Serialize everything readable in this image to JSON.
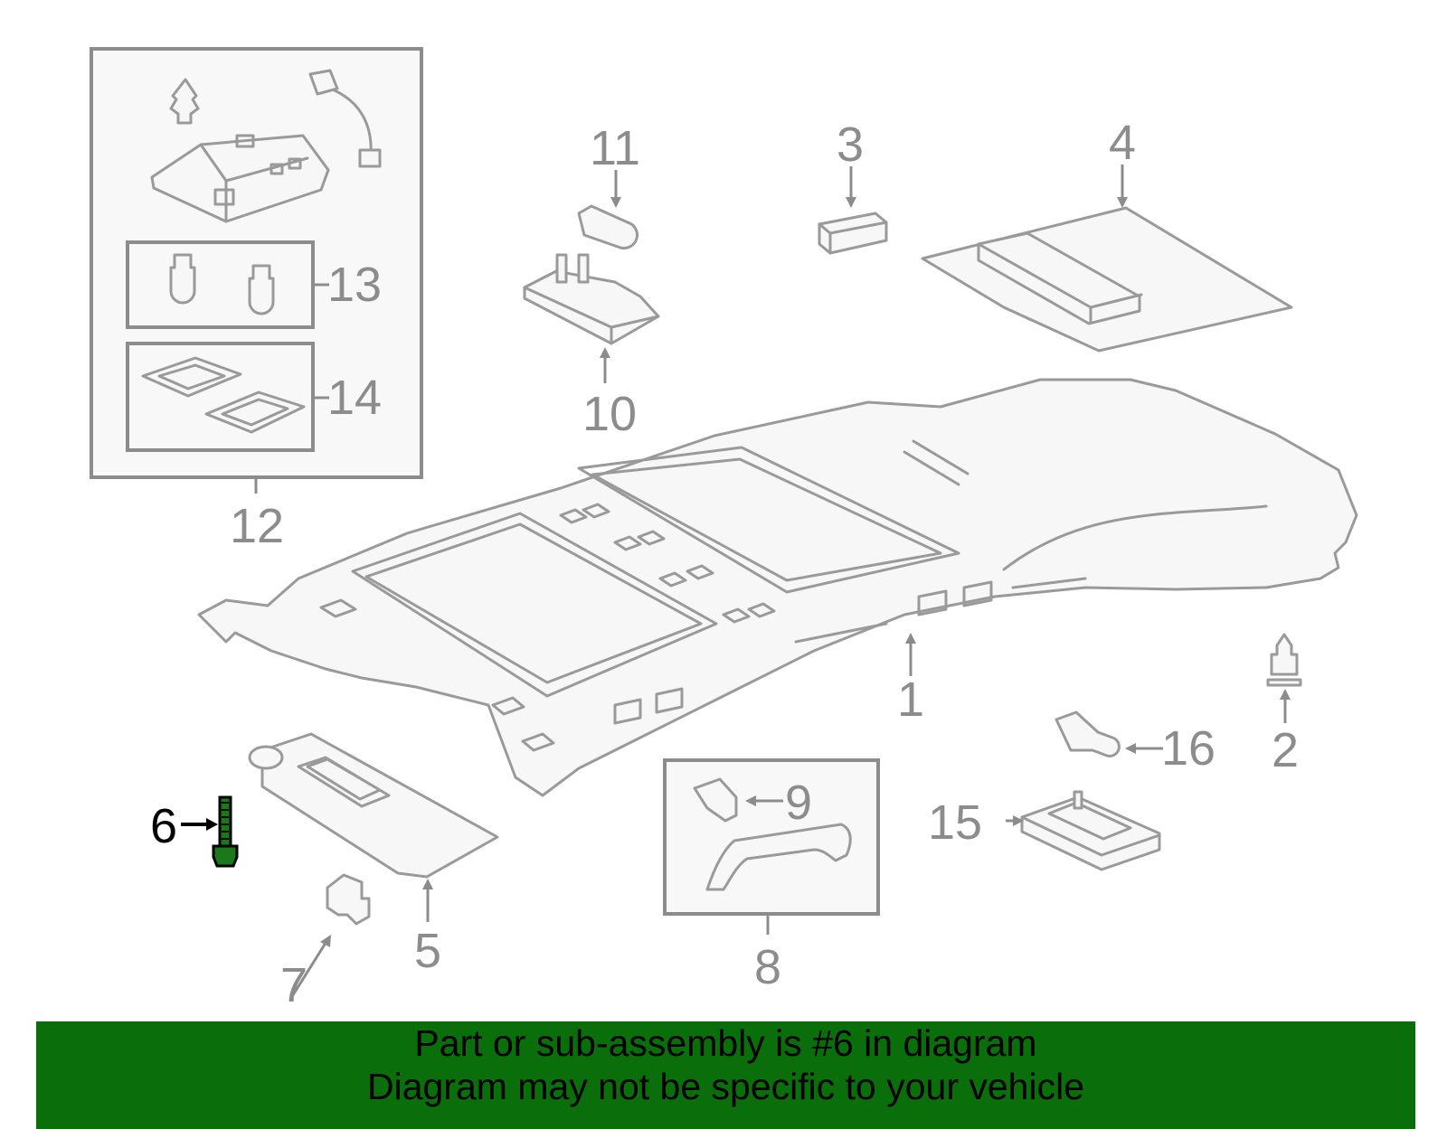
{
  "labels": {
    "p1": "1",
    "p2": "2",
    "p3": "3",
    "p4": "4",
    "p5": "5",
    "p6": "6",
    "p7": "7",
    "p8": "8",
    "p9": "9",
    "p10": "10",
    "p11": "11",
    "p12": "12",
    "p13": "13",
    "p14": "14",
    "p15": "15",
    "p16": "16"
  },
  "highlight": {
    "part": "6",
    "color": "#0a6e0a"
  },
  "banner": {
    "line1": "Part or sub-assembly is #6 in diagram",
    "line2": "Diagram may not be specific to your vehicle"
  }
}
